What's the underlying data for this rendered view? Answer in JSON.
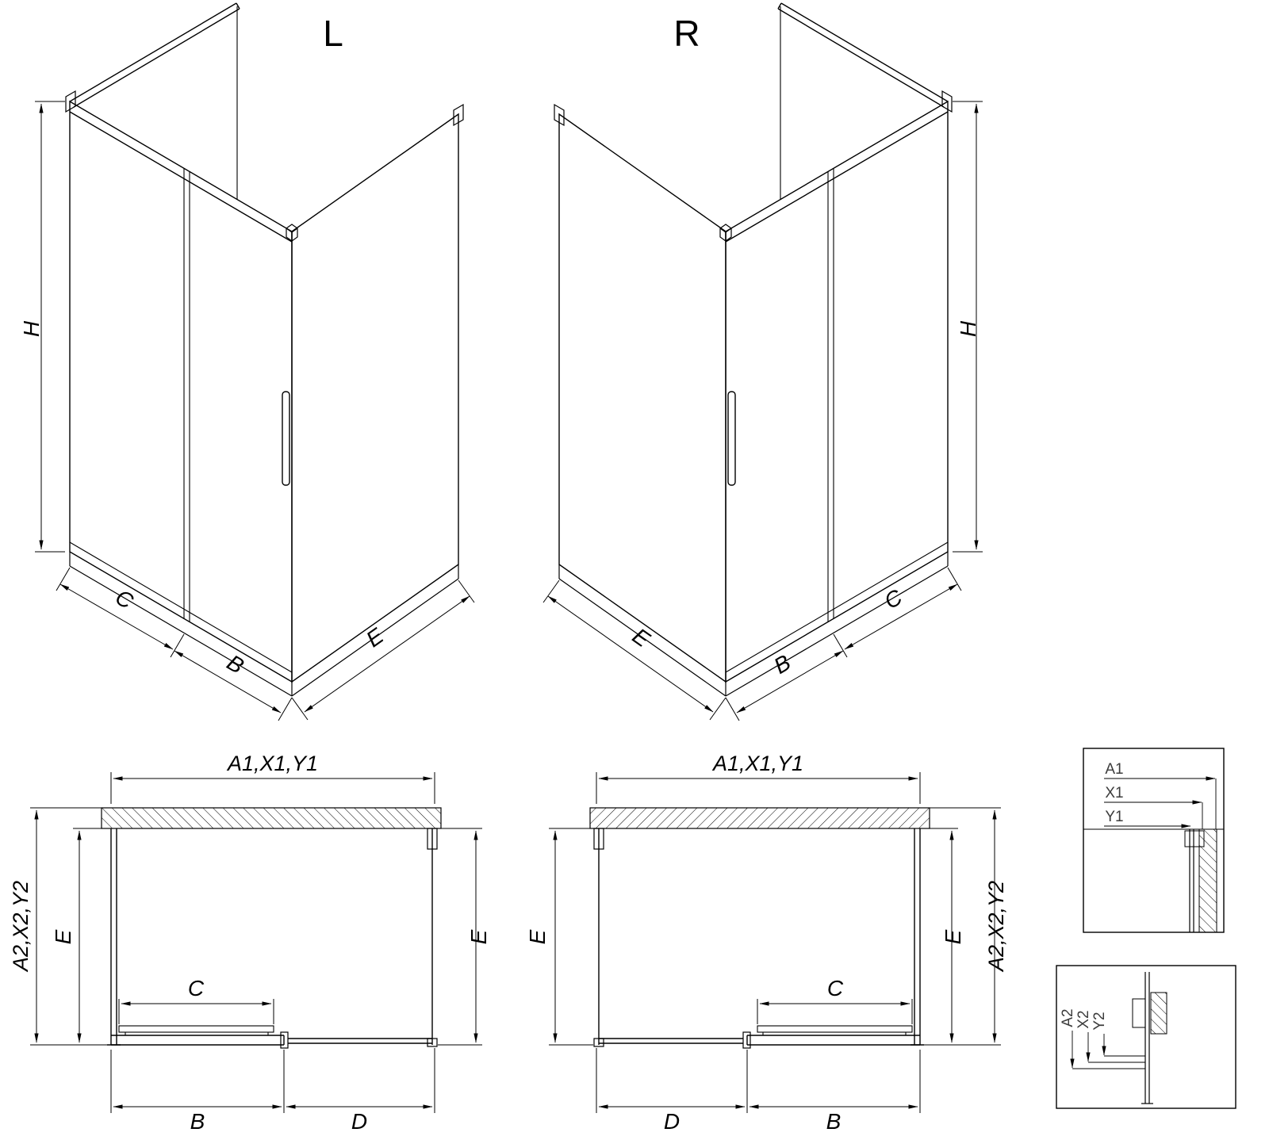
{
  "titles": {
    "left": "L",
    "right": "R"
  },
  "iso_left": {
    "dim_h": "H",
    "dim_c": "C",
    "dim_b": "B",
    "dim_e": "E"
  },
  "iso_right": {
    "dim_h": "H",
    "dim_c": "C",
    "dim_b": "B",
    "dim_e": "E"
  },
  "plan_left": {
    "dim_width": "A1,X1,Y1",
    "dim_depth": "A2,X2,Y2",
    "dim_side_left": "E",
    "dim_side_right": "E",
    "dim_door": "C",
    "dim_bottom_left": "B",
    "dim_bottom_right": "D"
  },
  "plan_right": {
    "dim_width": "A1,X1,Y1",
    "dim_depth": "A2,X2,Y2",
    "dim_side_left": "E",
    "dim_side_right": "E",
    "dim_door": "C",
    "dim_bottom_left": "D",
    "dim_bottom_right": "B"
  },
  "detail_wall": {
    "labels": [
      "A1",
      "X1",
      "Y1"
    ]
  },
  "detail_floor": {
    "labels": [
      "A2",
      "X2",
      "Y2"
    ]
  },
  "colors": {
    "line": "#000000",
    "background": "#ffffff",
    "muted": "#3c3c3c"
  }
}
